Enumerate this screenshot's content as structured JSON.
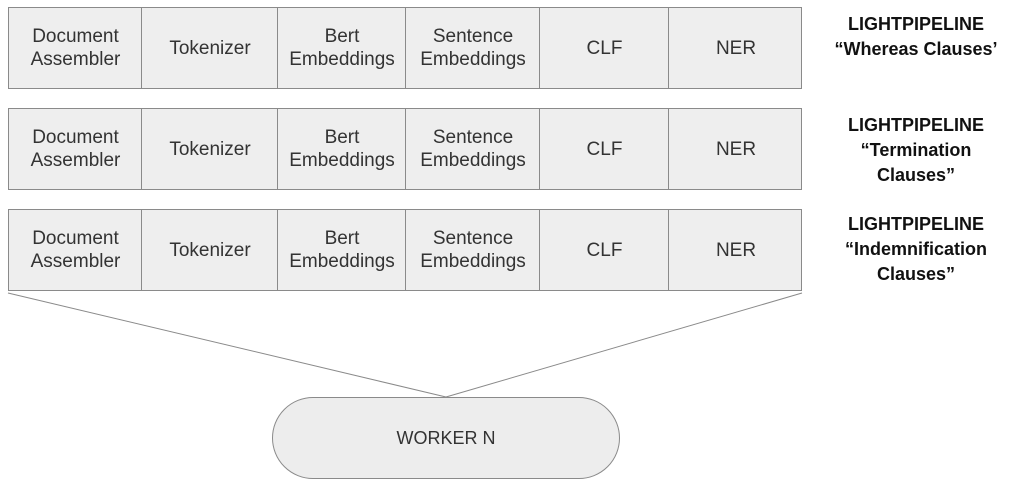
{
  "stage_labels": [
    "Document\nAssembler",
    "Tokenizer",
    "Bert\nEmbeddings",
    "Sentence\nEmbeddings",
    "CLF",
    "NER"
  ],
  "pipelines": [
    {
      "label_lines": [
        "LIGHTPIPELINE",
        "“Whereas Clauses’"
      ]
    },
    {
      "label_lines": [
        "LIGHTPIPELINE",
        "“Termination",
        "Clauses”"
      ]
    },
    {
      "label_lines": [
        "LIGHTPIPELINE",
        "“Indemnification",
        "Clauses”"
      ]
    }
  ],
  "worker": {
    "label": "WORKER N"
  },
  "colors": {
    "box_fill": "#eeeeee",
    "border": "#8a8a8a",
    "text": "#333333"
  }
}
